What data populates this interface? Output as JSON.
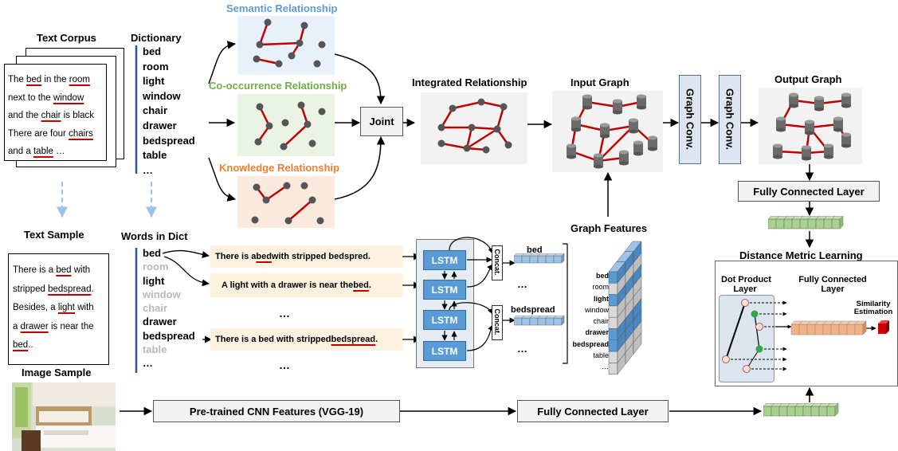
{
  "text_corpus": {
    "title": "Text Corpus",
    "lines": [
      [
        "The ",
        "bed",
        " in the ",
        "room"
      ],
      [
        "next to the ",
        "window"
      ],
      [
        "and the ",
        "chair",
        " is black"
      ],
      [
        "There are four ",
        "chairs"
      ],
      [
        "and a ",
        "table",
        " …"
      ]
    ]
  },
  "dictionary": {
    "title": "Dictionary",
    "words": [
      "bed",
      "room",
      "light",
      "window",
      "chair",
      "drawer",
      "bedspread",
      "table",
      "…"
    ]
  },
  "relationships": {
    "semantic": {
      "label": "Semantic Relationship",
      "color": "#5b9bd5"
    },
    "cooccurrence": {
      "label": "Co-occurrence Relationship",
      "color": "#70ad47"
    },
    "knowledge": {
      "label": "Knowledge Relationship",
      "color": "#ed7d31"
    }
  },
  "joint_label": "Joint",
  "integrated_label": "Integrated Relationship",
  "input_graph_label": "Input Graph",
  "graph_conv_labels": [
    "Graph Conv.",
    "Graph Conv."
  ],
  "output_graph_label": "Output Graph",
  "fc_top_label": "Fully Connected Layer",
  "graph_features_label": "Graph Features",
  "text_sample": {
    "title": "Text Sample",
    "lines": [
      [
        "There is a ",
        "bed",
        " with"
      ],
      [
        "stripped ",
        "bedspread",
        "."
      ],
      [
        "Besides, a ",
        "light",
        " with"
      ],
      [
        "a ",
        "drawer",
        "  is near the"
      ],
      [
        "",
        "bed",
        ".."
      ]
    ]
  },
  "words_in_dict": {
    "title": "Words in Dict",
    "items": [
      {
        "w": "bed",
        "active": true
      },
      {
        "w": "room",
        "active": false
      },
      {
        "w": "light",
        "active": true
      },
      {
        "w": "window",
        "active": false
      },
      {
        "w": "chair",
        "active": false
      },
      {
        "w": "drawer",
        "active": true
      },
      {
        "w": "bedspread",
        "active": true
      },
      {
        "w": "table",
        "active": false
      },
      {
        "w": "…",
        "active": true
      }
    ]
  },
  "sentences": [
    [
      "There is a ",
      "bed",
      " with stripped bedspred."
    ],
    [
      "A light with a drawer is near the ",
      "bed",
      "."
    ],
    [
      "There is a bed with stripped ",
      "bedspread",
      "."
    ]
  ],
  "ellipsis": "…",
  "lstm_label": "LSTM",
  "concat_label": "Concat.",
  "feature_words": [
    "bed",
    "bedspread"
  ],
  "graph_feature_list": [
    {
      "w": "bed",
      "bold": true
    },
    {
      "w": "room",
      "bold": false
    },
    {
      "w": "light",
      "bold": true
    },
    {
      "w": "window",
      "bold": false
    },
    {
      "w": "chair",
      "bold": false
    },
    {
      "w": "drawer",
      "bold": true
    },
    {
      "w": "bedspread",
      "bold": true
    },
    {
      "w": "table",
      "bold": false
    },
    {
      "w": "…",
      "bold": false
    }
  ],
  "distance_metric": {
    "title": "Distance Metric Learning",
    "dot_product": "Dot Product\nLayer",
    "fc": "Fully Connected\nLayer",
    "similarity": "Similarity\nEstimation"
  },
  "image_sample_label": "Image Sample",
  "cnn_label": "Pre-trained CNN Features (VGG-19)",
  "fc_bottom_label": "Fully Connected Layer",
  "colors": {
    "red_edge": "#c00000",
    "node": "#5a5a5a",
    "lstm": "#5b9bd5",
    "green_vec": "#a9d18e",
    "orange_vec": "#f4b183",
    "cube_blue": "#5b9bd5"
  }
}
